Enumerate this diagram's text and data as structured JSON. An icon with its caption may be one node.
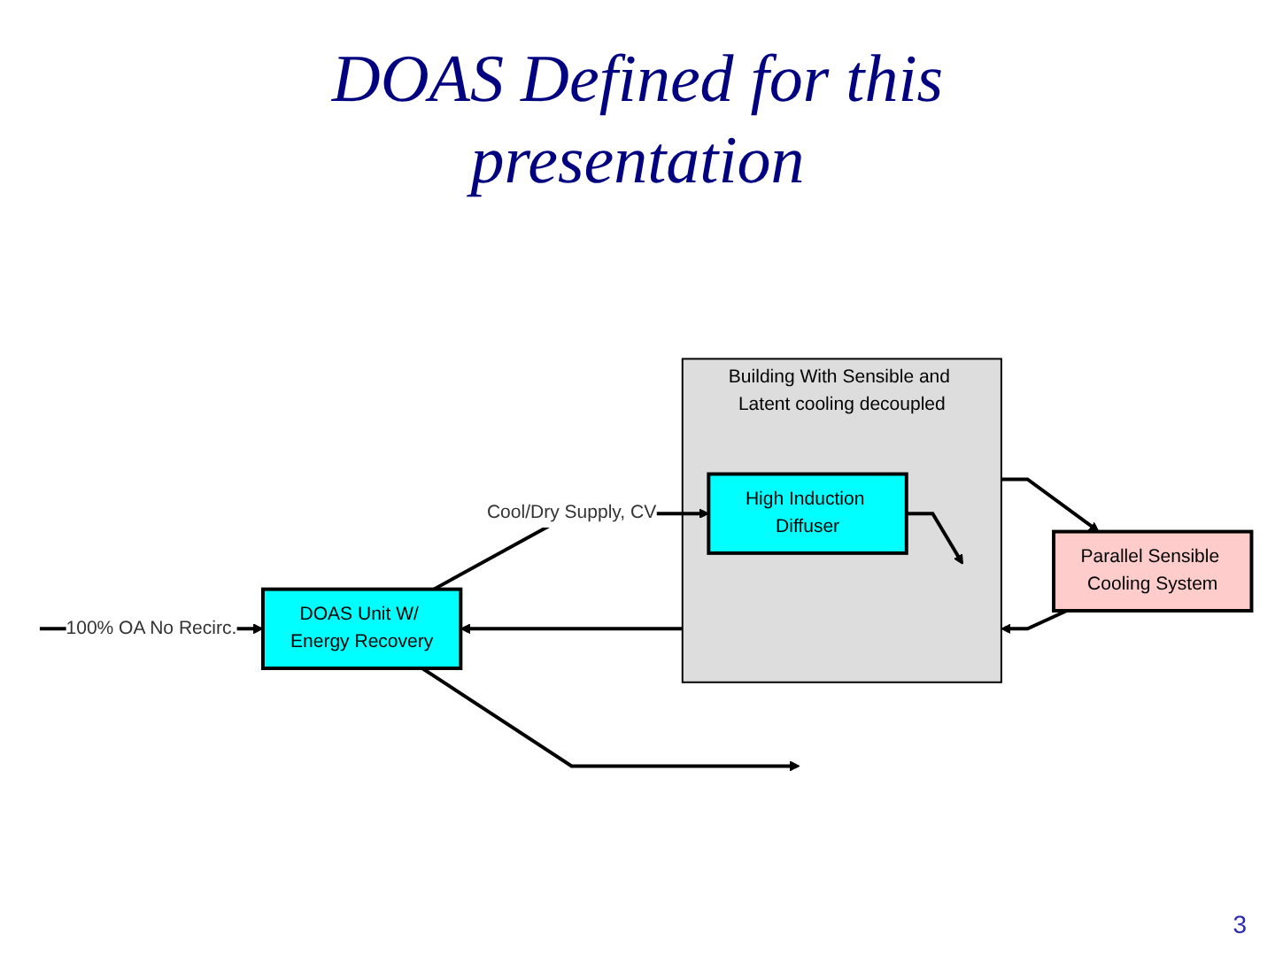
{
  "diagram": {
    "title": "DOAS Defined for this presentation",
    "nodes": [
      {
        "text": [
          "DOAS Unit W/ Energy Recovery"
        ]
      },
      {
        "text": [
          "Building With Sensible and Latent cooling decoupled"
        ]
      },
      {
        "text": [
          "High Induction Diffuser"
        ],
        "in": 1
      },
      {
        "text": [
          "Parallel Sensible Cooling System"
        ]
      }
    ],
    "edges": [
      {
        "from": null,
        "to": 0,
        "arrow": "to",
        "label": "100% OA No Recirc."
      },
      {
        "from": 0,
        "to": null,
        "arrow": "to"
      },
      {
        "from": 0,
        "to": 2,
        "arrow": "to",
        "label": "Cool/Dry Supply, CV"
      },
      {
        "from": 1,
        "to": 0,
        "arrow": "to"
      },
      {
        "from": 2,
        "to": null,
        "arrow": "to"
      },
      {
        "from": 1,
        "to": 3,
        "arrow": "to"
      },
      {
        "from": 3,
        "to": 1,
        "arrow": "to"
      }
    ],
    "labels": [
      "3"
    ]
  }
}
